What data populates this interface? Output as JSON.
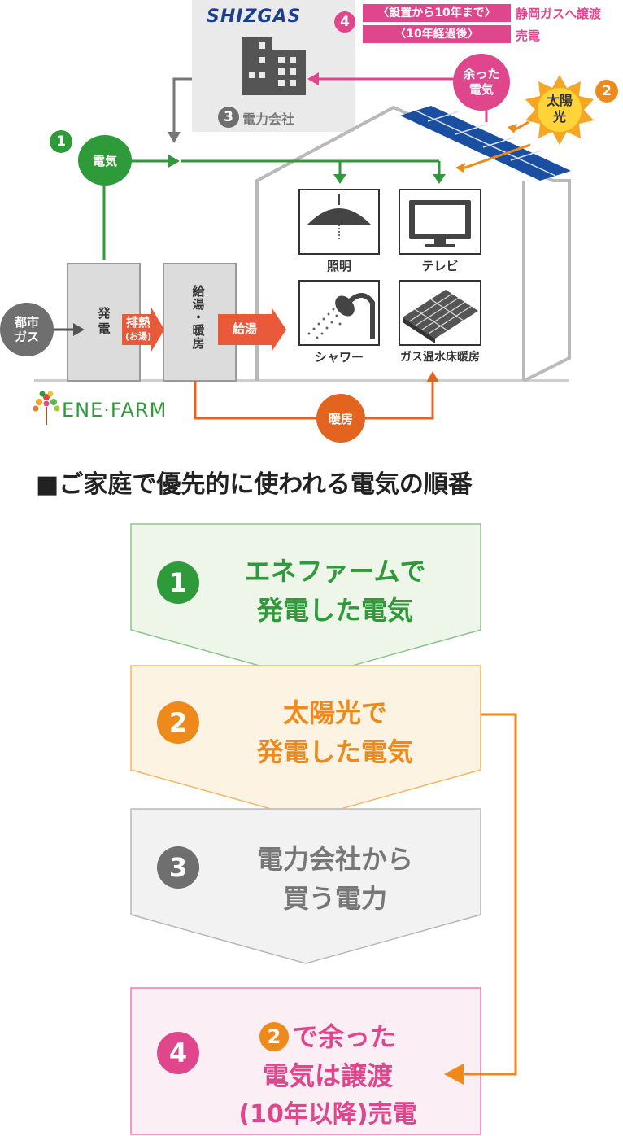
{
  "diagram": {
    "brand_shizgas": "SHIZGAS",
    "power_company": {
      "num": "3",
      "label": "電力会社"
    },
    "surrender": {
      "num": "4",
      "tag1": "〈設置から10年まで〉",
      "tag2": "〈10年経過後〉",
      "result1": "静岡ガスへ譲渡",
      "result2": "売電"
    },
    "surplus": {
      "line1": "余った",
      "line2": "電気"
    },
    "solar": {
      "line1": "太陽",
      "line2": "光",
      "num": "2"
    },
    "electricity": {
      "num": "1",
      "label": "電気"
    },
    "gas_input": {
      "line1": "都市",
      "line2": "ガス"
    },
    "generator": {
      "line1": "発",
      "line2": "電"
    },
    "heat_unit": {
      "lines": [
        "給",
        "湯",
        "・",
        "暖",
        "房"
      ]
    },
    "waste_heat": {
      "line1": "排熱",
      "line2": "(お湯)"
    },
    "hot_water": "給湯",
    "heating": "暖房",
    "appliances": [
      "照明",
      "テレビ",
      "シャワー",
      "ガス温水床暖房"
    ],
    "brand_enefarm": "ENE·FARM"
  },
  "priority": {
    "heading": "■ご家庭で優先的に使われる電気の順番",
    "steps": [
      {
        "num": "1",
        "line1": "エネファームで",
        "line2": "発電した電気"
      },
      {
        "num": "2",
        "line1": "太陽光で",
        "line2": "発電した電気"
      },
      {
        "num": "3",
        "line1": "電力会社から",
        "line2": "買う電力"
      },
      {
        "num": "4",
        "inline_num": "2",
        "line1": "で余った",
        "line2": "電気は譲渡",
        "line3": "(10年以降)売電"
      }
    ]
  },
  "colors": {
    "green": "#2e9a3a",
    "orange": "#ee8a1c",
    "magenta": "#e0468c",
    "gray": "#6f6f6f",
    "heat_red": "#e85a3a",
    "heating_orange": "#e3641f",
    "step1_bg": "#eef6ea",
    "step2_bg": "#fdf3e3",
    "step3_bg": "#f2f2f2",
    "step4_bg": "#fbeef5"
  }
}
